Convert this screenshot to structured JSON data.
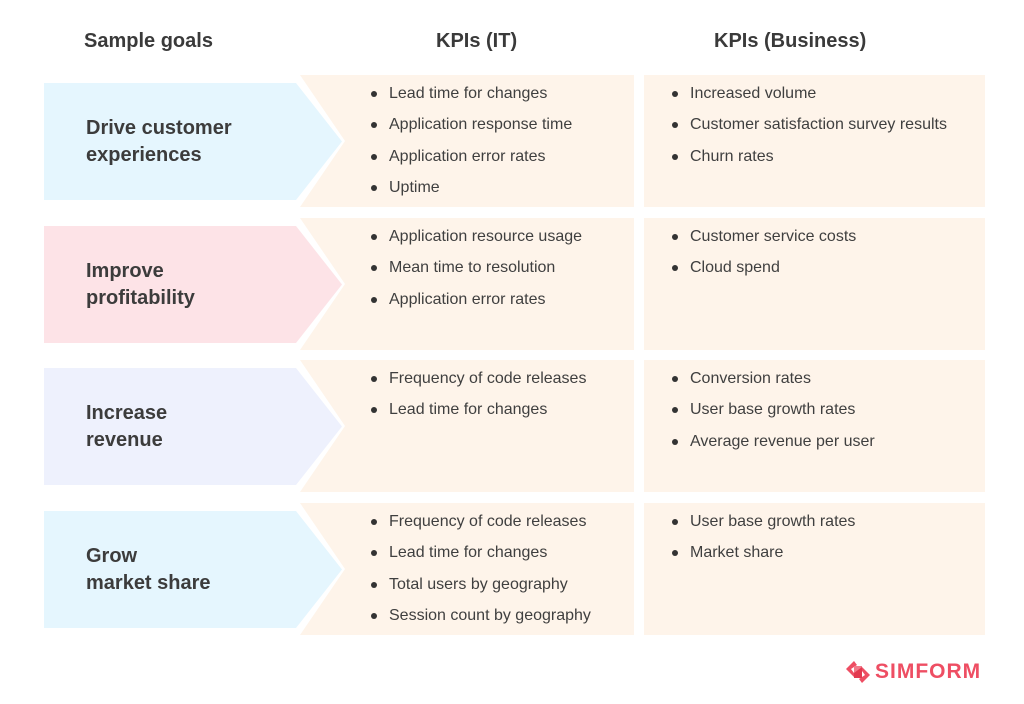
{
  "headers": {
    "goals": "Sample goals",
    "it": "KPIs (IT)",
    "business": "KPIs (Business)"
  },
  "colors": {
    "goal_blue": "#E5F6FE",
    "goal_pink": "#FDE3E7",
    "goal_lavender": "#EEF1FD",
    "kpi_box": "#FEF4EA",
    "brand": "#EE4E63",
    "text": "#3c3c3c"
  },
  "rows": [
    {
      "goal_line1": "Drive customer",
      "goal_line2": "experiences",
      "goal_color": "#E5F6FE",
      "it": [
        "Lead time for changes",
        "Application response time",
        "Application error rates",
        "Uptime"
      ],
      "business": [
        "Increased volume",
        "Customer satisfaction survey results",
        "Churn rates"
      ]
    },
    {
      "goal_line1": "Improve",
      "goal_line2": "profitability",
      "goal_color": "#FDE3E7",
      "it": [
        "Application resource usage",
        "Mean time to resolution",
        "Application error rates"
      ],
      "business": [
        "Customer service costs",
        "Cloud spend"
      ]
    },
    {
      "goal_line1": "Increase",
      "goal_line2": "revenue",
      "goal_color": "#EEF1FD",
      "it": [
        "Frequency of code releases",
        "Lead time for changes"
      ],
      "business": [
        "Conversion rates",
        "User base growth rates",
        "Average revenue per user"
      ]
    },
    {
      "goal_line1": "Grow",
      "goal_line2": "market share",
      "goal_color": "#E5F6FE",
      "it": [
        "Frequency of code releases",
        "Lead time for changes",
        "Total users by geography",
        "Session count by geography"
      ],
      "business": [
        "User base growth rates",
        "Market share"
      ]
    }
  ],
  "logo": {
    "icon": "simform-logo-icon",
    "text": "SIMFORM"
  }
}
